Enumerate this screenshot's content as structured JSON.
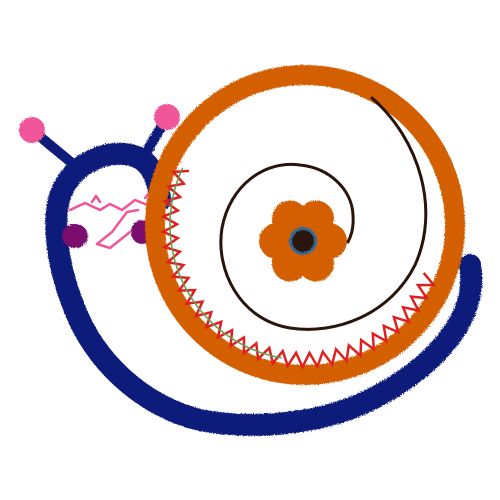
{
  "snail": {
    "colors": {
      "body": "#0f1f7a",
      "shell": "#d35f00",
      "spiral": "#2a140a",
      "zigzag_red": "#e02020",
      "zigzag_green": "#5aa050",
      "antenna_tip": "#f0559a",
      "cheek": "#7a0a6e",
      "face_lines": "#f0559a",
      "flower": "#d35f00",
      "flower_center": "#2a140a",
      "flower_ring": "#2f6a9a",
      "background": "#ffffff"
    },
    "icons": [
      "snail-body",
      "snail-shell",
      "antenna",
      "flower-icon",
      "zigzag-stitch"
    ]
  }
}
